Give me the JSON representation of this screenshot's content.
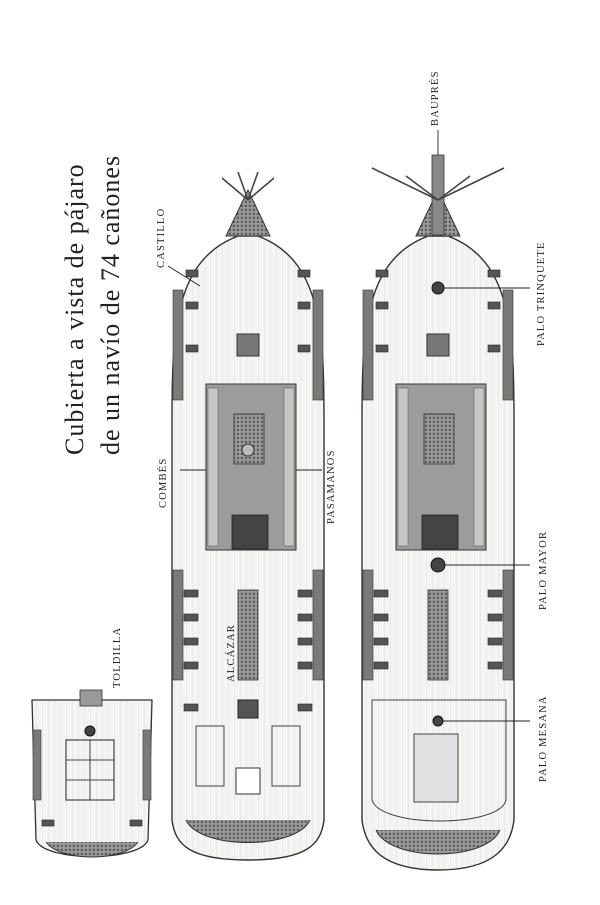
{
  "title": {
    "line1": "Cubierta a vista de pájaro",
    "line2": "de un navío de 74 cañones"
  },
  "labels": {
    "toldilla": "TOLDILLA",
    "castillo": "CASTILLO",
    "combes": "COMBÉS",
    "pasamanos": "PASAMANOS",
    "alcazar": "ALCÁZAR",
    "baupres": "BAUPRÉS",
    "palo_trinquete": "PALO TRINQUETE",
    "palo_mayor": "PALO MAYOR",
    "palo_mesana": "PALO MESANA"
  },
  "colors": {
    "deck": "#f4f4f2",
    "plank": "#c9c9c6",
    "hull": "#6f6f6f",
    "grating": "#8a8a88",
    "ink": "#2a2a2a"
  }
}
